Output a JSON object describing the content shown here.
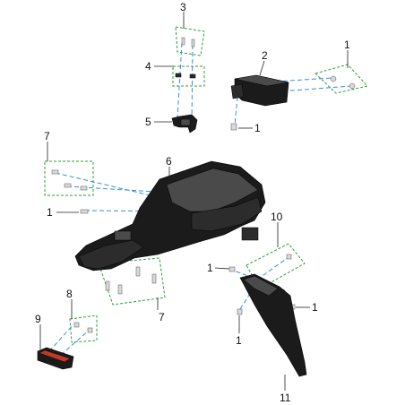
{
  "callouts": {
    "c1_top_right": "1",
    "c2_bracket": "2",
    "c3_top": "3",
    "c4": "4",
    "c5": "5",
    "c1_below_bracket": "1",
    "c7_left": "7",
    "c6_fender": "6",
    "c1_left": "1",
    "c10": "10",
    "c1_mid": "1",
    "c1_right": "1",
    "c1_lower": "1",
    "c7_bottom": "7",
    "c8": "8",
    "c9": "9",
    "c11": "11"
  },
  "colors": {
    "group_box": "#2e9e3a",
    "assembly_line": "#3a8fd6",
    "part": "#1b1b1b"
  }
}
